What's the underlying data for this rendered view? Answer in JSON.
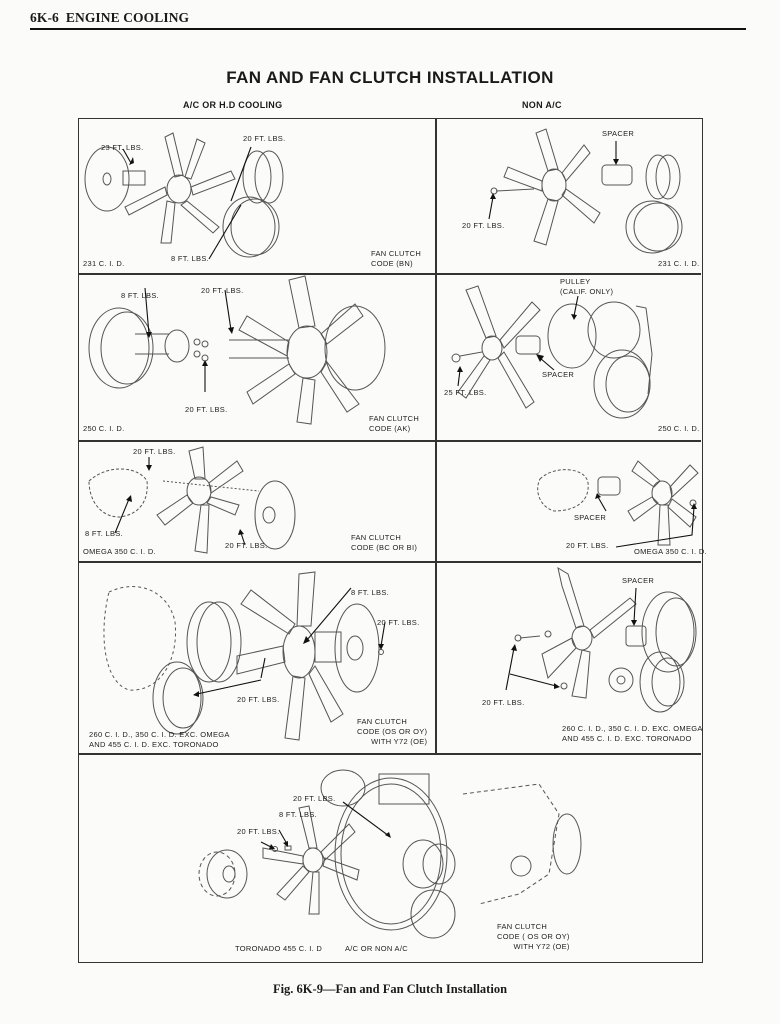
{
  "header": {
    "section": "6K-6",
    "title": "ENGINE COOLING"
  },
  "figure": {
    "title": "FAN AND FAN CLUTCH INSTALLATION",
    "columns": {
      "left": "A/C OR H.D COOLING",
      "right": "NON A/C"
    },
    "caption": "Fig. 6K-9—Fan and Fan Clutch Installation"
  },
  "panels": {
    "r1_left": {
      "engine": "231 C. I. D.",
      "clutch_line1": "FAN CLUTCH",
      "clutch_line2": "CODE (BN)",
      "torque_a": "23 FT.  LBS.",
      "torque_b": "20 FT.  LBS.",
      "torque_c": "8 FT.  LBS."
    },
    "r1_right": {
      "engine": "231 C. I. D.",
      "spacer": "SPACER",
      "torque_a": "20 FT.  LBS."
    },
    "r2_left": {
      "engine": "250 C. I. D.",
      "clutch_line1": "FAN CLUTCH",
      "clutch_line2": "CODE (AK)",
      "torque_a": "8 FT.  LBS.",
      "torque_b": "20 FT.  LBS.",
      "torque_c": "20 FT.  LBS."
    },
    "r2_right": {
      "engine": "250 C. I. D.",
      "pulley_line1": "PULLEY",
      "pulley_line2": "(CALIF.  ONLY)",
      "spacer": "SPACER",
      "torque_a": "25 FT.  LBS."
    },
    "r3_left": {
      "engine": "OMEGA  350  C. I. D.",
      "clutch_line1": "FAN CLUTCH",
      "clutch_line2": "CODE (BC OR BI)",
      "torque_a": "20 FT.  LBS.",
      "torque_b": "8 FT.  LBS.",
      "torque_c": "20 FT.  LBS."
    },
    "r3_right": {
      "engine": "OMEGA  350  C. I. D.",
      "spacer": "SPACER",
      "torque_a": "20 FT.  LBS."
    },
    "r4_left": {
      "engine_line1": "260 C. I. D.,  350 C. I. D.  EXC.  OMEGA",
      "engine_line2": "AND 455 C. I. D.  EXC.  TORONADO",
      "clutch_line1": "FAN CLUTCH",
      "clutch_line2": "CODE (OS OR OY)",
      "clutch_line3": "WITH Y72 (OE)",
      "torque_a": "8 FT.  LBS.",
      "torque_b": "20 FT.  LBS.",
      "torque_c": "20 FT.  LBS."
    },
    "r4_right": {
      "engine_line1": "260 C. I. D.,  350 C. I. D.  EXC.  OMEGA",
      "engine_line2": "AND 455 C. I. D.  EXC.  TORONADO",
      "spacer": "SPACER",
      "torque_a": "20 FT.  LBS."
    },
    "r5": {
      "engine": "TORONADO 455 C. I. D",
      "application": "A/C OR NON A/C",
      "clutch_line1": "FAN CLUTCH",
      "clutch_line2": "CODE ( OS OR OY)",
      "clutch_line3": "WITH Y72 (OE)",
      "torque_a": "20 FT.  LBS.",
      "torque_b": "8 FT.  LBS.",
      "torque_c": "20 FT.  LBS."
    }
  }
}
